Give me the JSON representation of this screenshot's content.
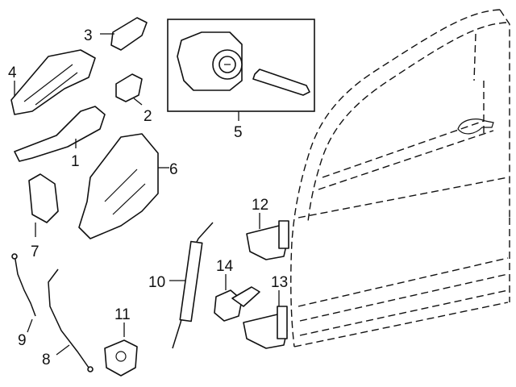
{
  "diagram": {
    "callouts": [
      {
        "id": "1",
        "label": "1",
        "part": "outside-handle"
      },
      {
        "id": "2",
        "label": "2",
        "part": "handle-cap"
      },
      {
        "id": "3",
        "label": "3",
        "part": "handle-gasket"
      },
      {
        "id": "4",
        "label": "4",
        "part": "handle-bracket"
      },
      {
        "id": "5",
        "label": "5",
        "part": "lock-cylinder-and-key"
      },
      {
        "id": "6",
        "label": "6",
        "part": "door-latch"
      },
      {
        "id": "7",
        "label": "7",
        "part": "latch-cover"
      },
      {
        "id": "8",
        "label": "8",
        "part": "lock-cable"
      },
      {
        "id": "9",
        "label": "9",
        "part": "release-cable"
      },
      {
        "id": "10",
        "label": "10",
        "part": "inside-handle-cable"
      },
      {
        "id": "11",
        "label": "11",
        "part": "striker"
      },
      {
        "id": "12",
        "label": "12",
        "part": "upper-hinge"
      },
      {
        "id": "13",
        "label": "13",
        "part": "lower-hinge"
      },
      {
        "id": "14",
        "label": "14",
        "part": "door-check"
      }
    ]
  }
}
